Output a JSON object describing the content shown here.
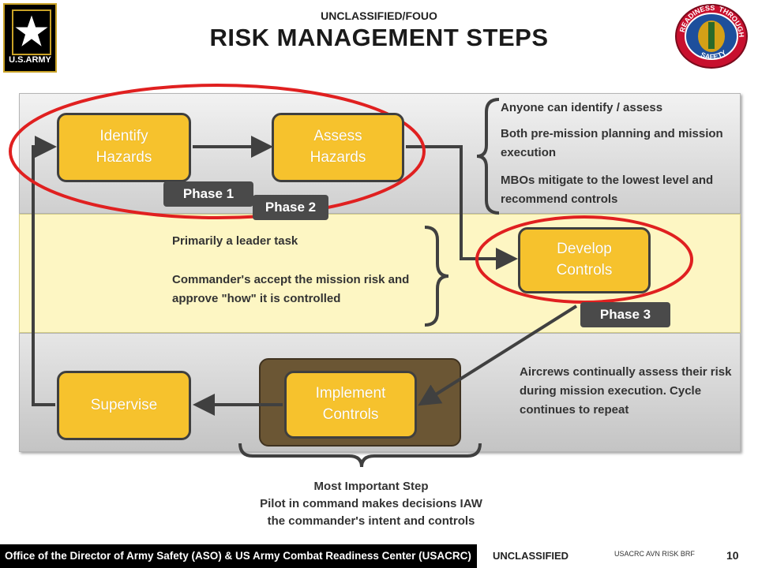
{
  "header": {
    "classification_top": "UNCLASSIFIED/FOUO",
    "title": "RISK MANAGEMENT STEPS",
    "army_logo_text": "U.S.ARMY",
    "seal_icon": "readiness-through-safety-seal-icon",
    "seal_text": {
      "top_left": "READINESS",
      "top_right": "THROUGH",
      "bottom": "SAFETY"
    }
  },
  "steps": {
    "identify": "Identify\nHazards",
    "assess": "Assess\nHazards",
    "develop": "Develop\nControls",
    "implement": "Implement\nControls",
    "supervise": "Supervise"
  },
  "phases": {
    "phase1": "Phase 1",
    "phase2": "Phase 2",
    "phase3": "Phase 3"
  },
  "notes": {
    "anyone": "Anyone can identify / assess",
    "both": "Both pre-mission planning and mission execution",
    "mbos": "MBOs mitigate to the lowest level and recommend controls",
    "leader": "Primarily a leader task",
    "commander": "Commander's accept the mission risk and approve \"how\" it is controlled",
    "aircrews": "Aircrews continually assess their risk during mission execution.  Cycle continues to repeat"
  },
  "most_important": {
    "line1": "Most Important Step",
    "line2": "Pilot in command makes decisions IAW",
    "line3": "the commander's intent  and controls"
  },
  "footer": {
    "office": "Office of the Director of Army Safety (ASO) & US Army Combat Readiness Center (USACRC)",
    "classification": "UNCLASSIFIED",
    "ref": "USACRC AVN RISK BRF",
    "page": "10"
  },
  "colors": {
    "step_fill": "#f6c22d",
    "highlight_ellipse": "#e02020",
    "arrow": "#404040",
    "band_yellow": "#fdf6c3",
    "brown_box": "#6b5634"
  }
}
